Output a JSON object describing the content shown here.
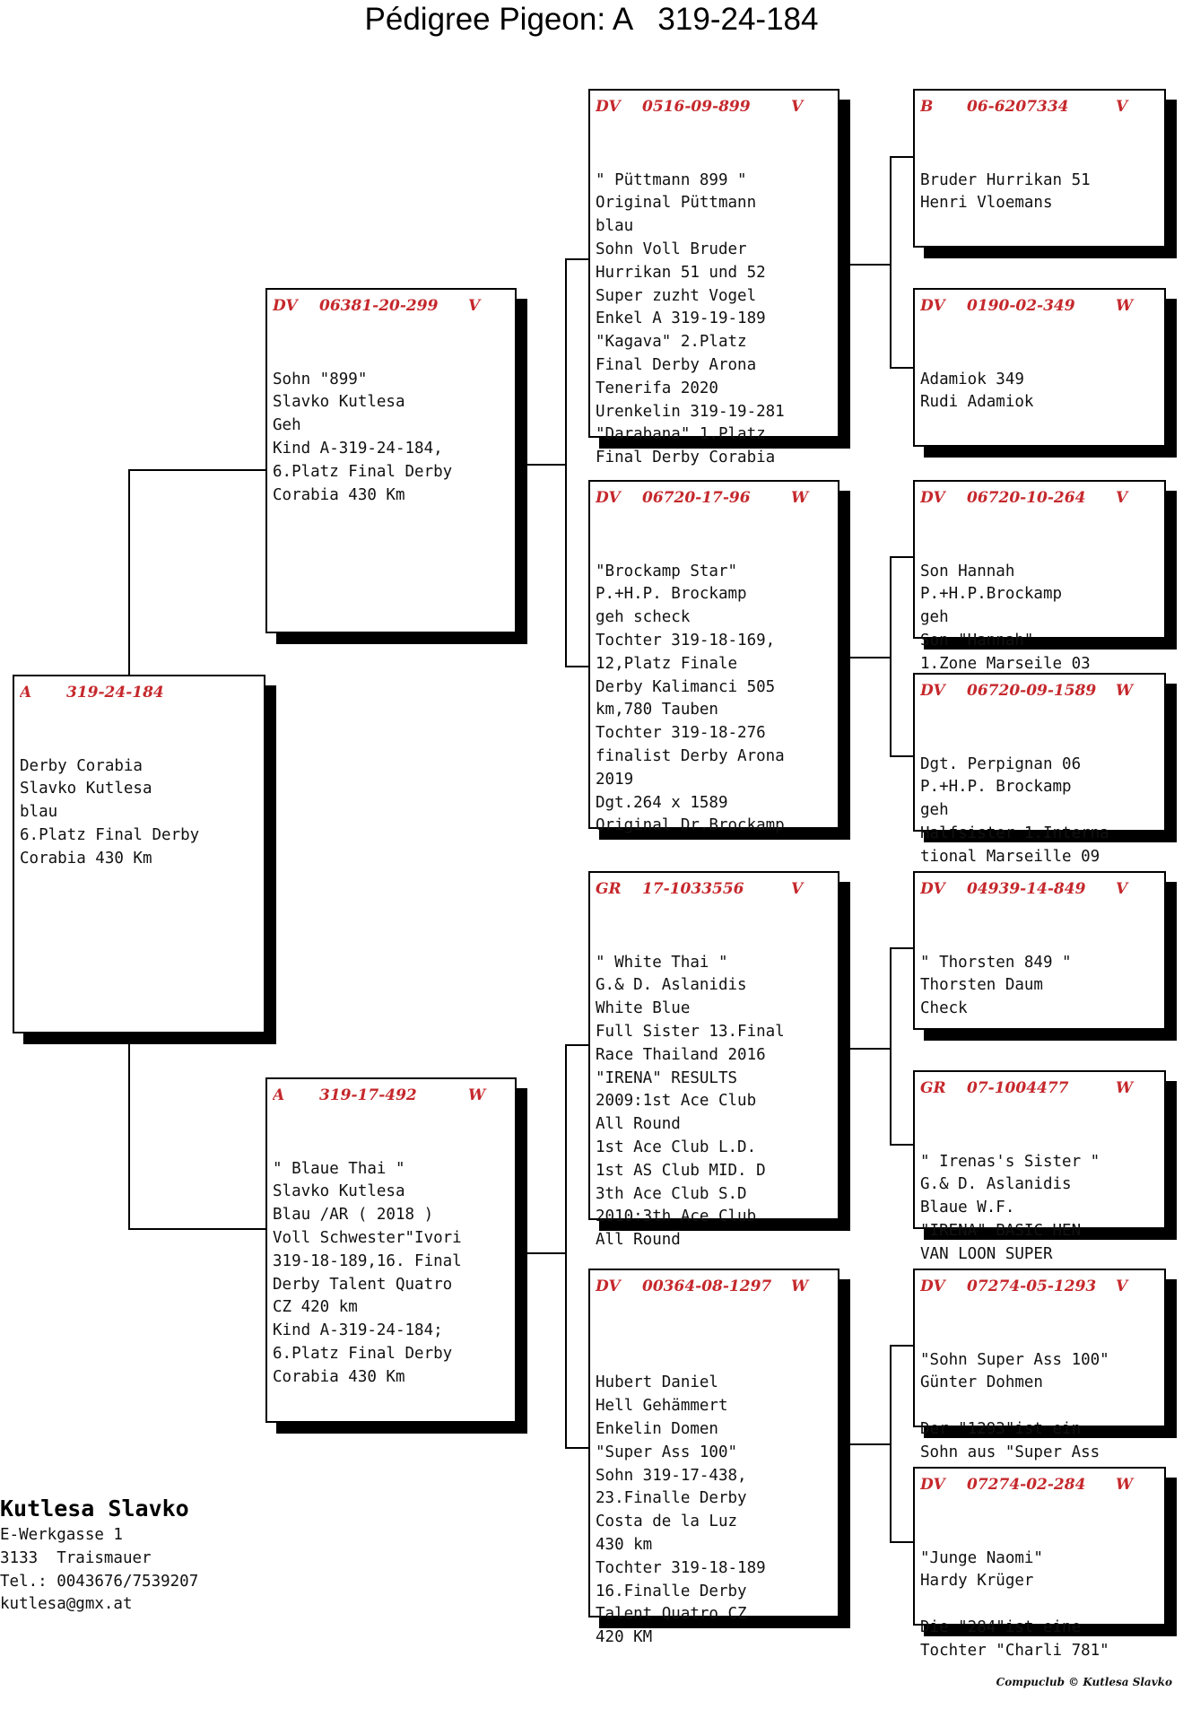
{
  "title": "Pédigree Pigeon: A   319-24-184",
  "cards": [
    {
      "id": "self",
      "code": "A",
      "ring": "319-24-184",
      "sex": "",
      "lines": [
        "Derby Corabia",
        "Slavko Kutlesa",
        "blau",
        "6.Platz Final Derby",
        "Corabia 430 Km"
      ]
    },
    {
      "id": "father",
      "code": "DV",
      "ring": "06381-20-299",
      "sex": "V",
      "lines": [
        "Sohn \"899\"",
        "Slavko Kutlesa",
        "Geh",
        "Kind A-319-24-184,",
        "6.Platz Final Derby",
        "Corabia 430 Km"
      ]
    },
    {
      "id": "mother",
      "code": "A",
      "ring": "319-17-492",
      "sex": "W",
      "lines": [
        "\" Blaue Thai \"",
        "Slavko Kutlesa",
        "Blau /AR ( 2018 )",
        "Voll Schwester\"Ivori",
        "319-18-189,16. Final",
        "Derby Talent Quatro",
        "CZ 420 km",
        "Kind A-319-24-184;",
        "6.Platz Final Derby",
        "Corabia 430 Km"
      ]
    },
    {
      "id": "ff",
      "code": "DV",
      "ring": "0516-09-899",
      "sex": "V",
      "lines": [
        "\" Püttmann 899 \"",
        "Original Püttmann",
        "blau",
        "Sohn Voll Bruder",
        "Hurrikan 51 und 52",
        "Super zuzht Vogel",
        "Enkel A 319-19-189",
        "\"Kagava\" 2.Platz",
        "Final Derby Arona",
        "Tenerifa 2020",
        "Urenkelin 319-19-281",
        "\"Darabana\" 1.Platz",
        "Final Derby Corabia"
      ]
    },
    {
      "id": "fm",
      "code": "DV",
      "ring": "06720-17-96",
      "sex": "W",
      "lines": [
        "\"Brockamp Star\"",
        "P.+H.P. Brockamp",
        "geh scheck",
        "Tochter 319-18-169,",
        "12,Platz Finale",
        "Derby Kalimanci 505",
        "km,780 Tauben",
        "Tochter 319-18-276",
        "finalist Derby Arona",
        "2019",
        "Dgt.264 x 1589",
        "Original Dr.Brockamp"
      ]
    },
    {
      "id": "mf",
      "code": "GR",
      "ring": "17-1033556",
      "sex": "V",
      "lines": [
        "\" White Thai \"",
        "G.& D. Aslanidis",
        "White Blue",
        "Full Sister 13.Final",
        "Race Thailand 2016",
        "\"IRENA\" RESULTS",
        "2009:1st Ace Club",
        "All Round",
        "1st Ace Club L.D.",
        "1st AS Club MID. D",
        "3th Ace Club S.D",
        "2010:3th Ace Club",
        "All Round"
      ]
    },
    {
      "id": "mm",
      "code": "DV",
      "ring": "00364-08-1297",
      "sex": "W",
      "lines": [
        "",
        "Hubert Daniel",
        "Hell Gehämmert",
        "Enkelin Domen",
        "\"Super Ass 100\"",
        "Sohn 319-17-438,",
        "23.Finalle Derby",
        "Costa de la Luz",
        "430 km",
        "Tochter 319-18-189",
        "16.Finalle Derby",
        "Talent Quatro CZ",
        "420 KM"
      ]
    },
    {
      "id": "fff",
      "code": "B",
      "ring": "06-6207334",
      "sex": "V",
      "lines": [
        "Bruder Hurrikan 51",
        "Henri Vloemans"
      ]
    },
    {
      "id": "ffm",
      "code": "DV",
      "ring": "0190-02-349",
      "sex": "W",
      "lines": [
        "Adamiok 349",
        "Rudi Adamiok"
      ]
    },
    {
      "id": "fmf",
      "code": "DV",
      "ring": "06720-10-264",
      "sex": "V",
      "lines": [
        "Son Hannah",
        "P.+H.P.Brockamp",
        "geh",
        "Son \"Hannah\"",
        "1.Zone Marseile 03"
      ]
    },
    {
      "id": "fmm",
      "code": "DV",
      "ring": "06720-09-1589",
      "sex": "W",
      "lines": [
        "Dgt. Perpignan 06",
        "P.+H.P. Brockamp",
        "geh",
        "Halfsister 1.Interna",
        "tional Marseille 09"
      ]
    },
    {
      "id": "mff",
      "code": "DV",
      "ring": "04939-14-849",
      "sex": "V",
      "lines": [
        "\" Thorsten 849 \"",
        "Thorsten Daum",
        "Check"
      ]
    },
    {
      "id": "mfm",
      "code": "GR",
      "ring": "07-1004477",
      "sex": "W",
      "lines": [
        "\" Irenas's Sister \"",
        "G.& D. Aslanidis",
        "Blaue W.F.",
        "\"IRENA\" BASIC HEN",
        "VAN LOON SUPER"
      ]
    },
    {
      "id": "mmf",
      "code": "DV",
      "ring": "07274-05-1293",
      "sex": "V",
      "lines": [
        "\"Sohn Super Ass 100\"",
        "Günter Dohmen",
        "",
        "Der \"1293\"ist ein",
        "Sohn aus \"Super Ass"
      ]
    },
    {
      "id": "mmm",
      "code": "DV",
      "ring": "07274-02-284",
      "sex": "W",
      "lines": [
        "\"Junge Naomi\"",
        "Hardy Krüger",
        "",
        "Die \"284\"ist eine",
        "Tochter \"Charli 781\""
      ]
    }
  ],
  "breeder": {
    "name": "Kutlesa Slavko",
    "street": "E-Werkgasse 1",
    "city": "3133  Traismauer",
    "phone": "Tel.: 0043676/7539207",
    "email": "kutlesa@gmx.at"
  },
  "footer": "Compuclub © Kutlesa Slavko"
}
